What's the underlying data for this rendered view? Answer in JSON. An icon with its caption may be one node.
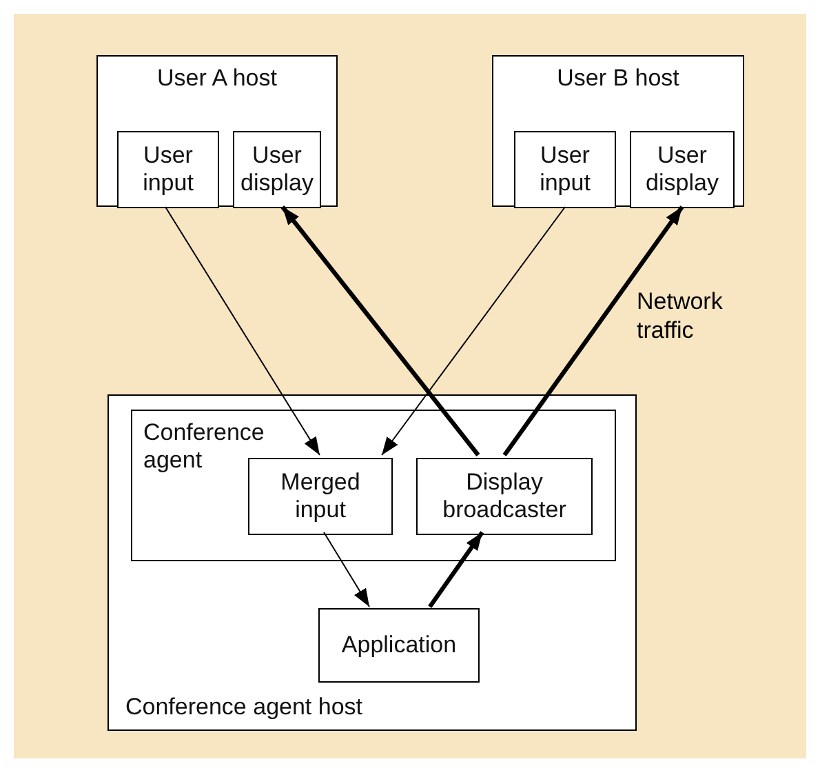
{
  "diagram": {
    "nodes": [
      {
        "text": [
          "User A host"
        ]
      },
      {
        "text": [
          "User input"
        ],
        "in": 0
      },
      {
        "text": [
          "User display"
        ],
        "in": 0
      },
      {
        "text": [
          "User B host"
        ]
      },
      {
        "text": [
          "User input"
        ],
        "in": 3
      },
      {
        "text": [
          "User display"
        ],
        "in": 3
      },
      {
        "text": [
          "Conference agent host"
        ]
      },
      {
        "text": [
          "Conference agent"
        ],
        "in": 6
      },
      {
        "text": [
          "Merged input"
        ],
        "in": 7
      },
      {
        "text": [
          "Display broadcaster"
        ],
        "in": 7
      },
      {
        "text": [
          "Application"
        ],
        "in": 6
      }
    ],
    "edges": [
      {
        "from": 1,
        "to": 8,
        "arrow": "to"
      },
      {
        "from": 4,
        "to": 8,
        "arrow": "to"
      },
      {
        "from": 9,
        "to": 2,
        "arrow": "to",
        "style": "thick"
      },
      {
        "from": 9,
        "to": 5,
        "arrow": "to",
        "style": "thick"
      },
      {
        "from": 8,
        "to": 10,
        "arrow": "to"
      },
      {
        "from": 10,
        "to": 9,
        "arrow": "to",
        "style": "thick"
      }
    ],
    "labels": [
      "Network traffic"
    ]
  }
}
